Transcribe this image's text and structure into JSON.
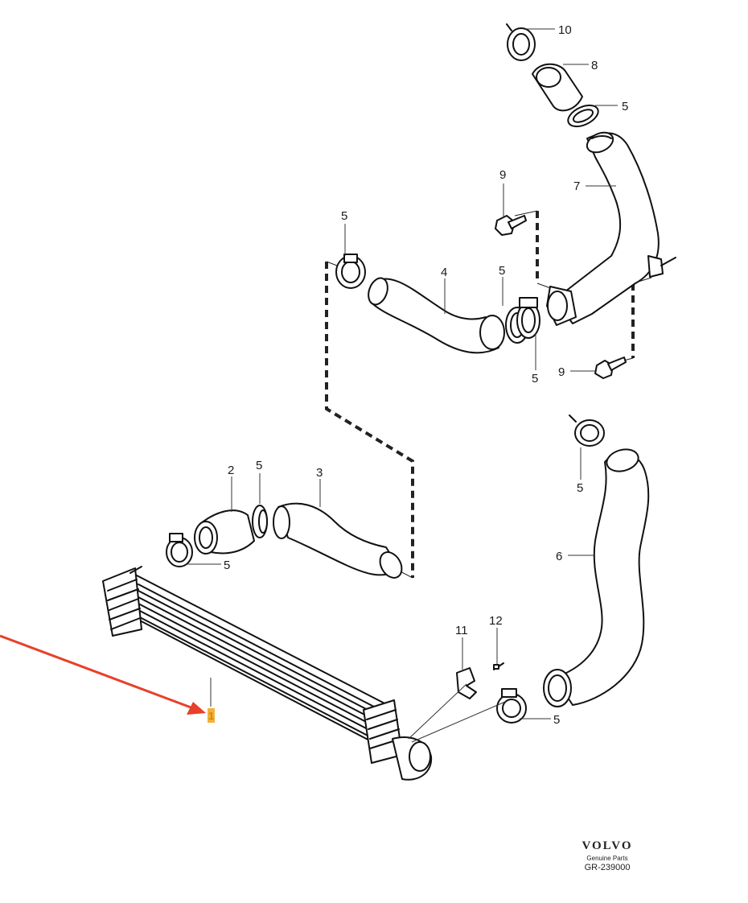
{
  "callouts": {
    "c10": "10",
    "c8": "8",
    "c5_top": "5",
    "c9_top": "9",
    "c7": "7",
    "c5_left": "5",
    "c4": "4",
    "c5_mid": "5",
    "c5_below": "5",
    "c9_bot": "9",
    "c5_right": "5",
    "c2": "2",
    "c5_pipe": "5",
    "c3": "3",
    "c5_clamp": "5",
    "c6": "6",
    "c11": "11",
    "c12": "12",
    "c1": "1",
    "c5_lower": "5"
  },
  "highlight_color": "#e8402a",
  "highlight_label_color": "#f3b13a",
  "footer": {
    "brand": "VOLVO",
    "subtitle": "Genuine Parts",
    "code": "GR-239000"
  }
}
